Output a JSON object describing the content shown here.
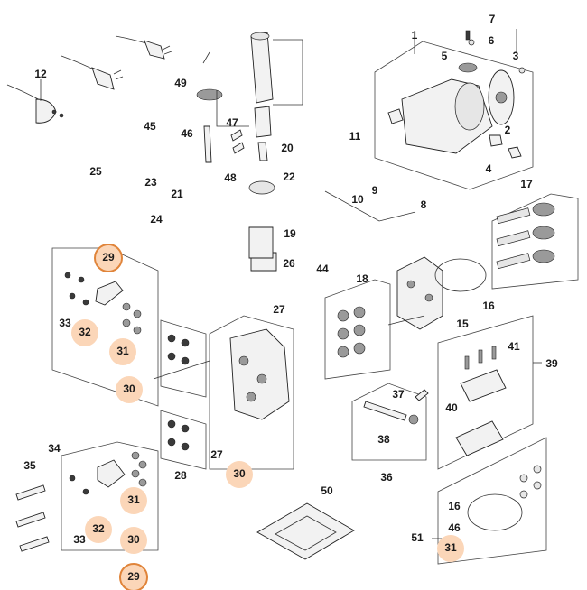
{
  "callouts": [
    {
      "text": "1"
    },
    {
      "text": "2"
    },
    {
      "text": "3"
    },
    {
      "text": "4"
    },
    {
      "text": "5"
    },
    {
      "text": "6"
    },
    {
      "text": "7"
    },
    {
      "text": "8"
    },
    {
      "text": "9"
    },
    {
      "text": "10"
    },
    {
      "text": "11"
    },
    {
      "text": "12"
    },
    {
      "text": "15"
    },
    {
      "text": "16"
    },
    {
      "text": "17"
    },
    {
      "text": "18"
    },
    {
      "text": "19"
    },
    {
      "text": "20"
    },
    {
      "text": "21"
    },
    {
      "text": "22"
    },
    {
      "text": "23"
    },
    {
      "text": "24"
    },
    {
      "text": "25"
    },
    {
      "text": "26"
    },
    {
      "text": "27"
    },
    {
      "text": "27"
    },
    {
      "text": "28"
    },
    {
      "text": "33"
    },
    {
      "text": "33"
    },
    {
      "text": "34"
    },
    {
      "text": "35"
    },
    {
      "text": "36"
    },
    {
      "text": "37"
    },
    {
      "text": "38"
    },
    {
      "text": "39"
    },
    {
      "text": "40"
    },
    {
      "text": "41"
    },
    {
      "text": "44"
    },
    {
      "text": "45"
    },
    {
      "text": "46"
    },
    {
      "text": "46"
    },
    {
      "text": "47"
    },
    {
      "text": "48"
    },
    {
      "text": "49"
    },
    {
      "text": "50"
    },
    {
      "text": "51"
    },
    {
      "text": "16"
    }
  ],
  "highlights": [
    {
      "text": "29",
      "style": "ring"
    },
    {
      "text": "32",
      "style": "soft"
    },
    {
      "text": "31",
      "style": "soft"
    },
    {
      "text": "30",
      "style": "soft"
    },
    {
      "text": "30",
      "style": "soft"
    },
    {
      "text": "31",
      "style": "soft"
    },
    {
      "text": "32",
      "style": "soft"
    },
    {
      "text": "30",
      "style": "soft"
    },
    {
      "text": "29",
      "style": "ring"
    },
    {
      "text": "31",
      "style": "soft"
    }
  ],
  "highlight_color": "#fbd6b8",
  "ring_color": "#e0843a"
}
